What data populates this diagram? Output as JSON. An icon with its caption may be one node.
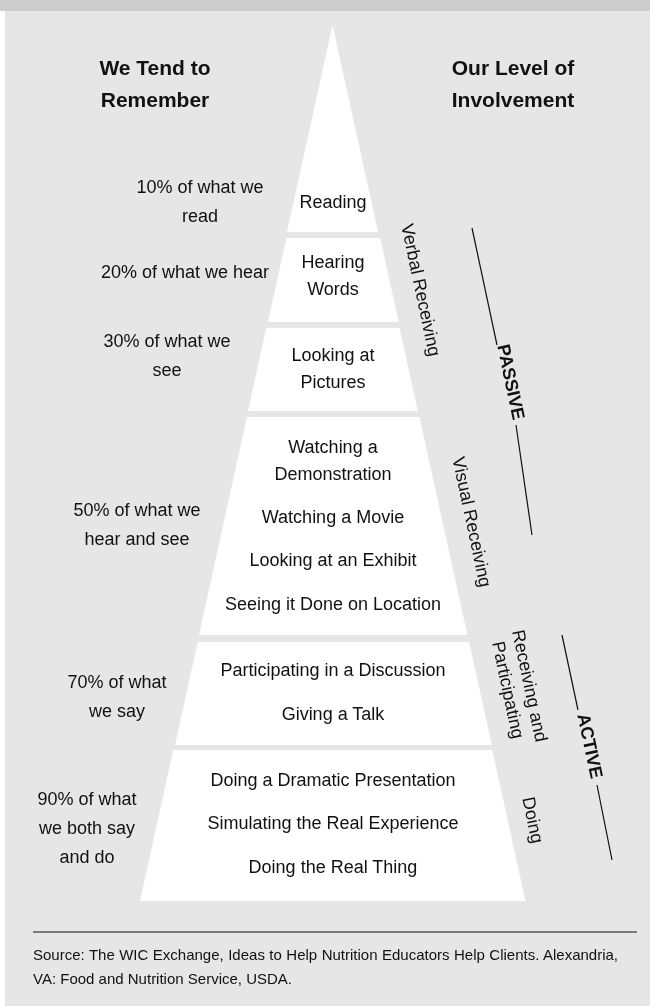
{
  "diagram": {
    "caption": "Source: The WIC Exchange, Ideas to Help Nutrition Educators Help Clients. Alexandria, VA: Food and Nutrition Service, USDA.",
    "nodes": [
      {
        "text": [
          "Reading"
        ],
        "beside": [
          "10% of what we read"
        ]
      },
      {
        "text": [
          "Hearing Words"
        ],
        "beside": [
          "20% of what we hear"
        ]
      },
      {
        "text": [
          "Looking at Pictures"
        ],
        "beside": [
          "30% of what we see"
        ]
      },
      {
        "text": [
          "Watching a Demonstration",
          "Watching a Movie",
          "Looking at an Exhibit",
          "Seeing it Done on Location"
        ],
        "beside": [
          "50% of what we hear and see"
        ]
      },
      {
        "text": [
          "Participating in a Discussion",
          "Giving a Talk"
        ],
        "beside": [
          "70% of what we say"
        ]
      },
      {
        "text": [
          "Doing a Dramatic Presentation",
          "Simulating the Real Experience",
          "Doing the Real Thing"
        ],
        "beside": [
          "90% of what we both say and do"
        ]
      }
    ],
    "labels": [
      "We Tend to Remember",
      "Our Level of Involvement",
      "Verbal Receiving",
      "PASSIVE",
      "Visual Receiving",
      "Receiving and Participating",
      "ACTIVE",
      "Doing"
    ]
  }
}
